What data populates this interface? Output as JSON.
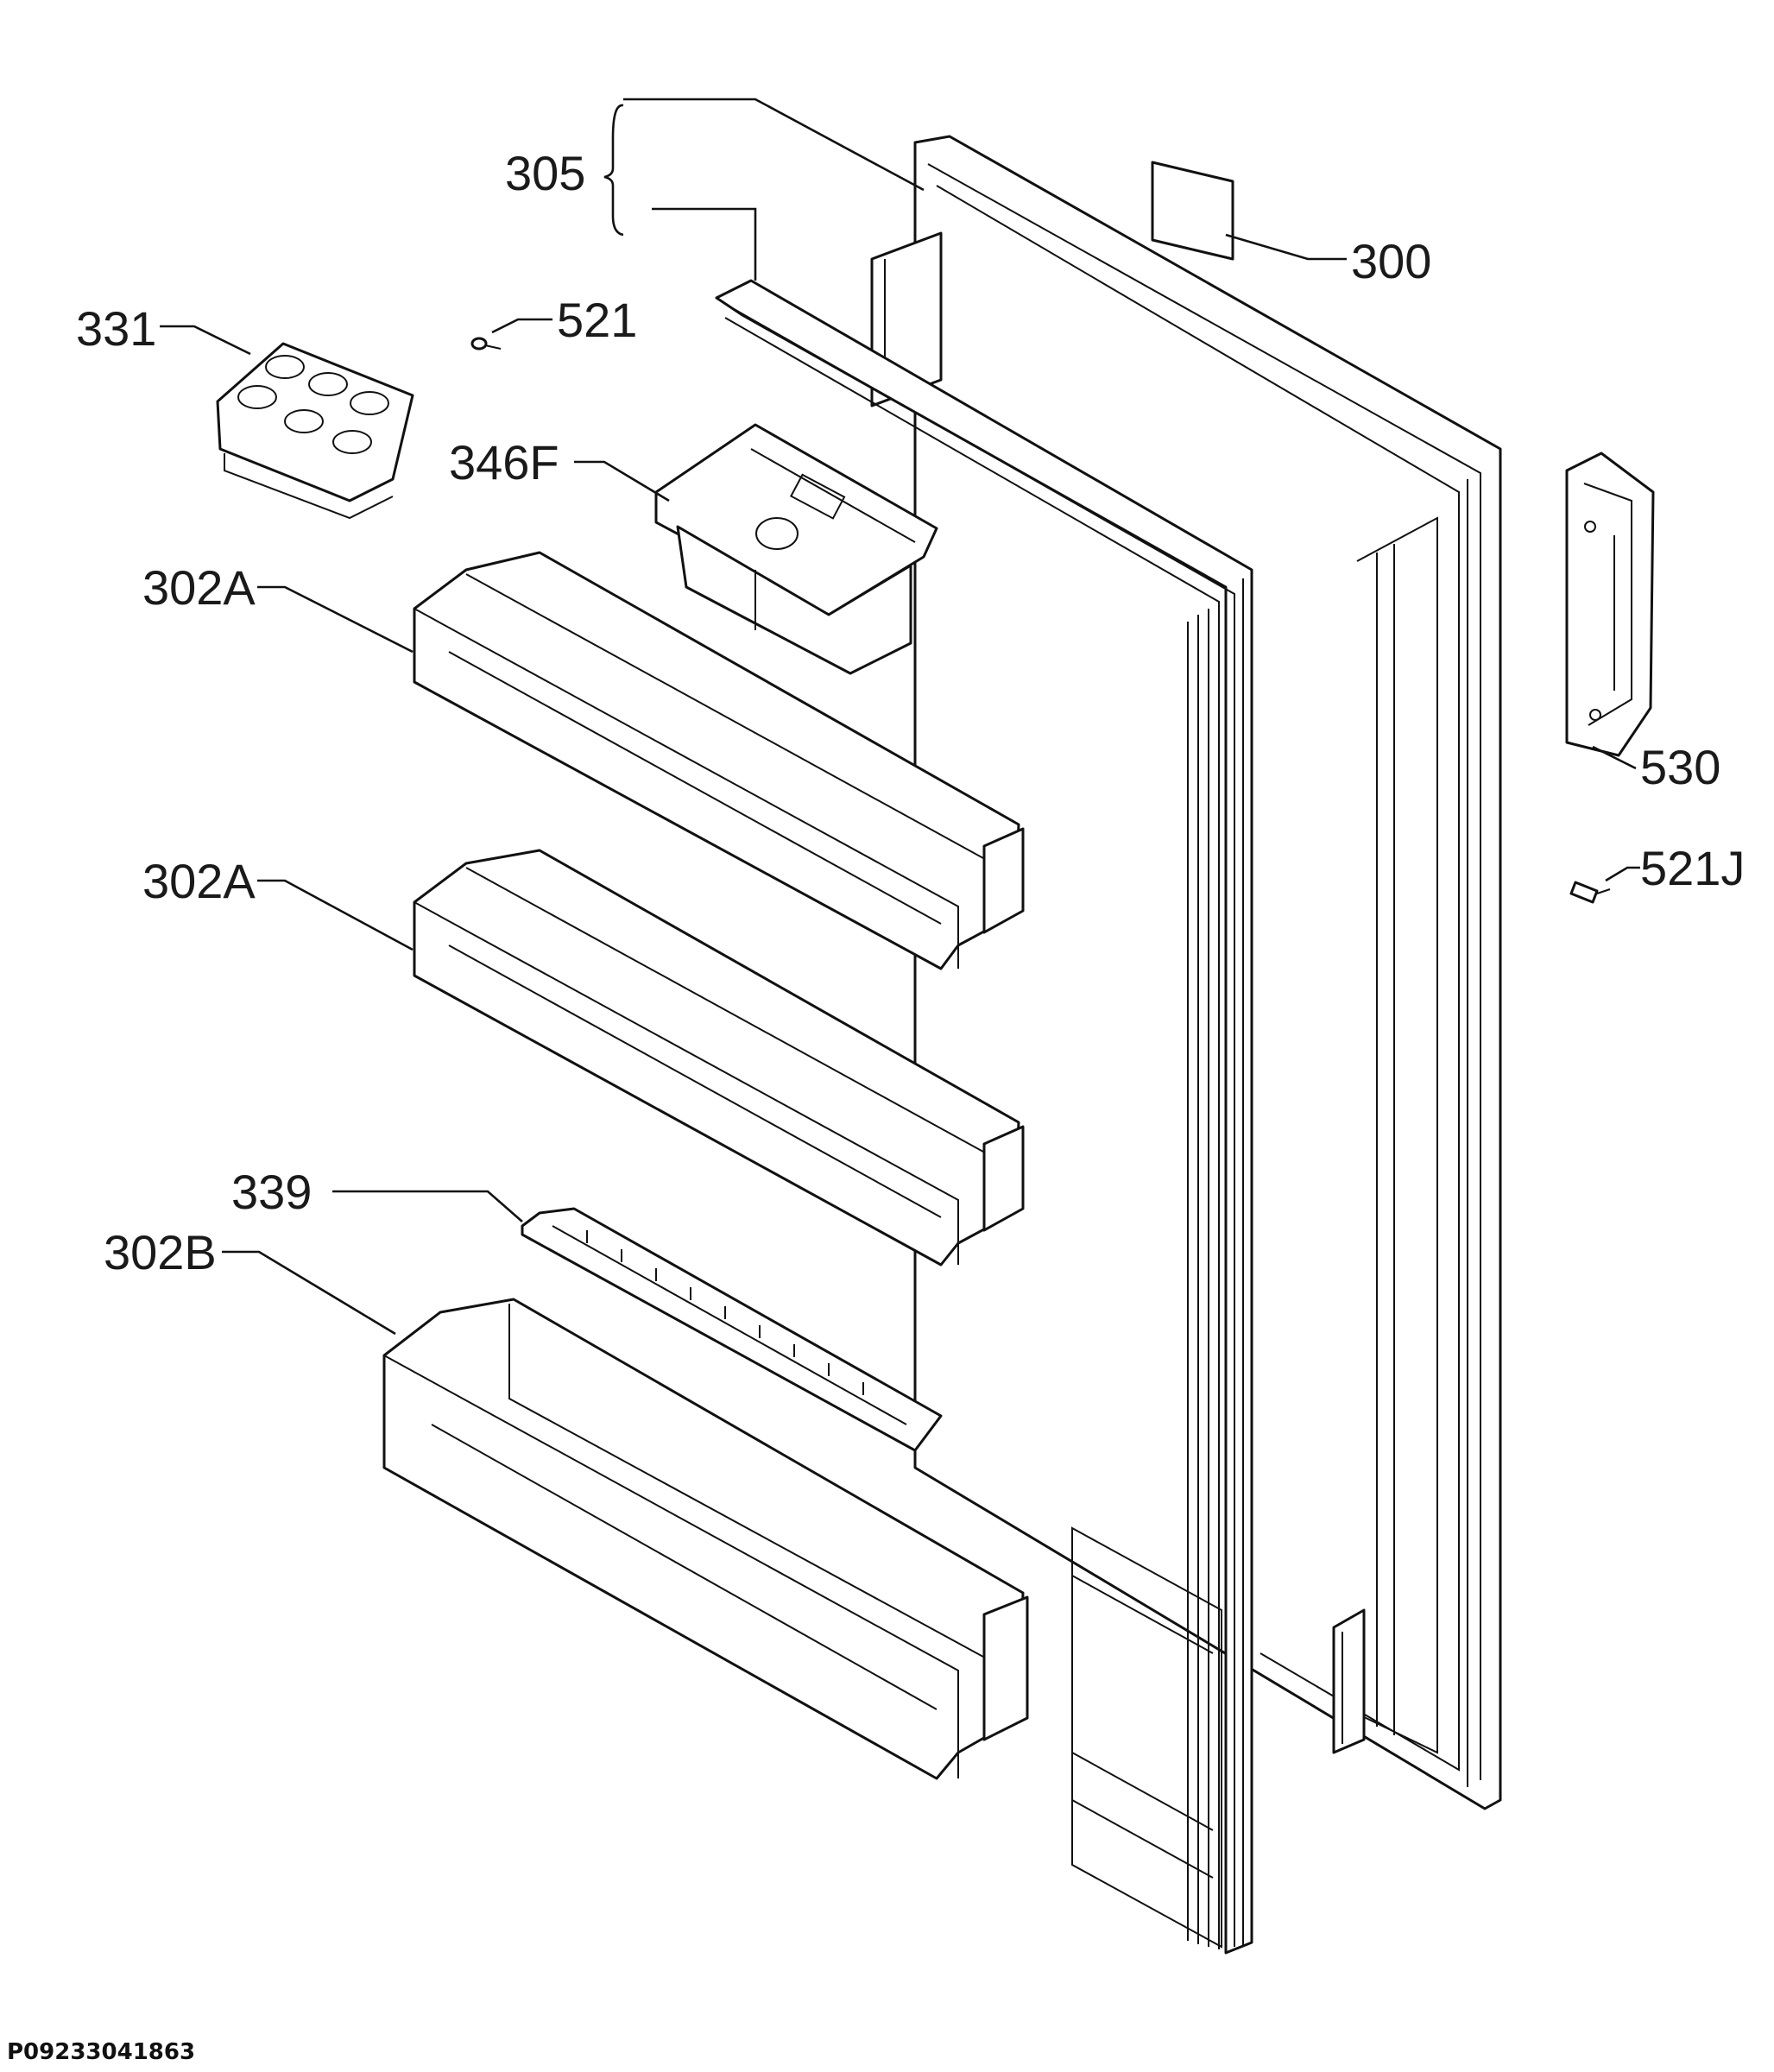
{
  "diagram": {
    "document_id": "P09233041863",
    "callouts": [
      {
        "id": "c305",
        "label": "305"
      },
      {
        "id": "c300",
        "label": "300"
      },
      {
        "id": "c331",
        "label": "331"
      },
      {
        "id": "c521",
        "label": "521"
      },
      {
        "id": "c346f",
        "label": "346F"
      },
      {
        "id": "c302a1",
        "label": "302A"
      },
      {
        "id": "c302a2",
        "label": "302A"
      },
      {
        "id": "c339",
        "label": "339"
      },
      {
        "id": "c302b",
        "label": "302B"
      },
      {
        "id": "c530",
        "label": "530"
      },
      {
        "id": "c521j",
        "label": "521J"
      }
    ]
  }
}
